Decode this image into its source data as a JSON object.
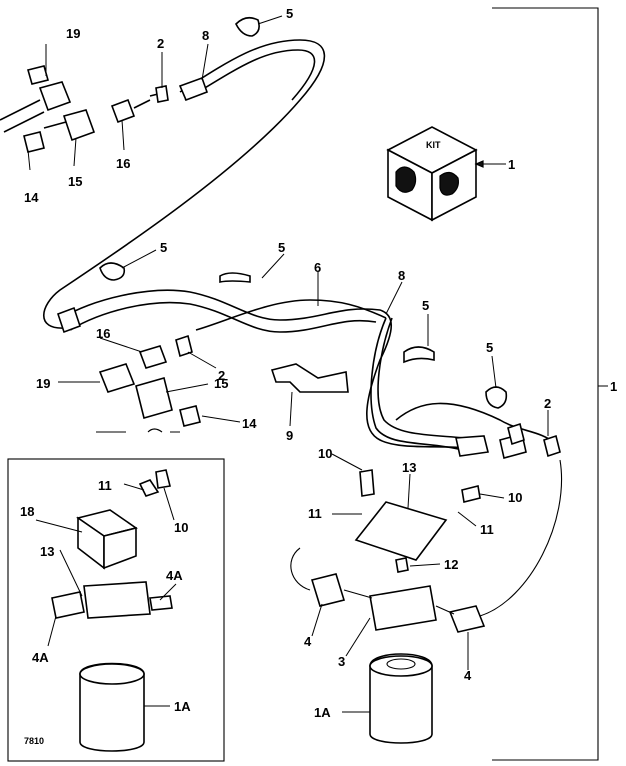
{
  "kit_label": "KIT",
  "figure_number": "7810",
  "callouts": {
    "c1": "1",
    "c1b": "1",
    "c1a_inset": "1A",
    "c1a_main": "1A",
    "c2_top": "2",
    "c2_mid": "2",
    "c2_right": "2",
    "c3": "3",
    "c4_left": "4",
    "c4_right": "4",
    "c4a_left": "4A",
    "c4a_right": "4A",
    "c5_top": "5",
    "c5_a": "5",
    "c5_b": "5",
    "c5_c": "5",
    "c5_d": "5",
    "c6": "6",
    "c8_top": "8",
    "c8_mid": "8",
    "c9": "9",
    "c10_inset": "10",
    "c10_a": "10",
    "c10_b": "10",
    "c11_inset": "11",
    "c11_a": "11",
    "c11_b": "11",
    "c12": "12",
    "c13_inset": "13",
    "c13_main": "13",
    "c14_top": "14",
    "c14_mid": "14",
    "c15_top": "15",
    "c15_mid": "15",
    "c16_top": "16",
    "c16_mid": "16",
    "c18": "18",
    "c19_top": "19",
    "c19_mid": "19"
  }
}
